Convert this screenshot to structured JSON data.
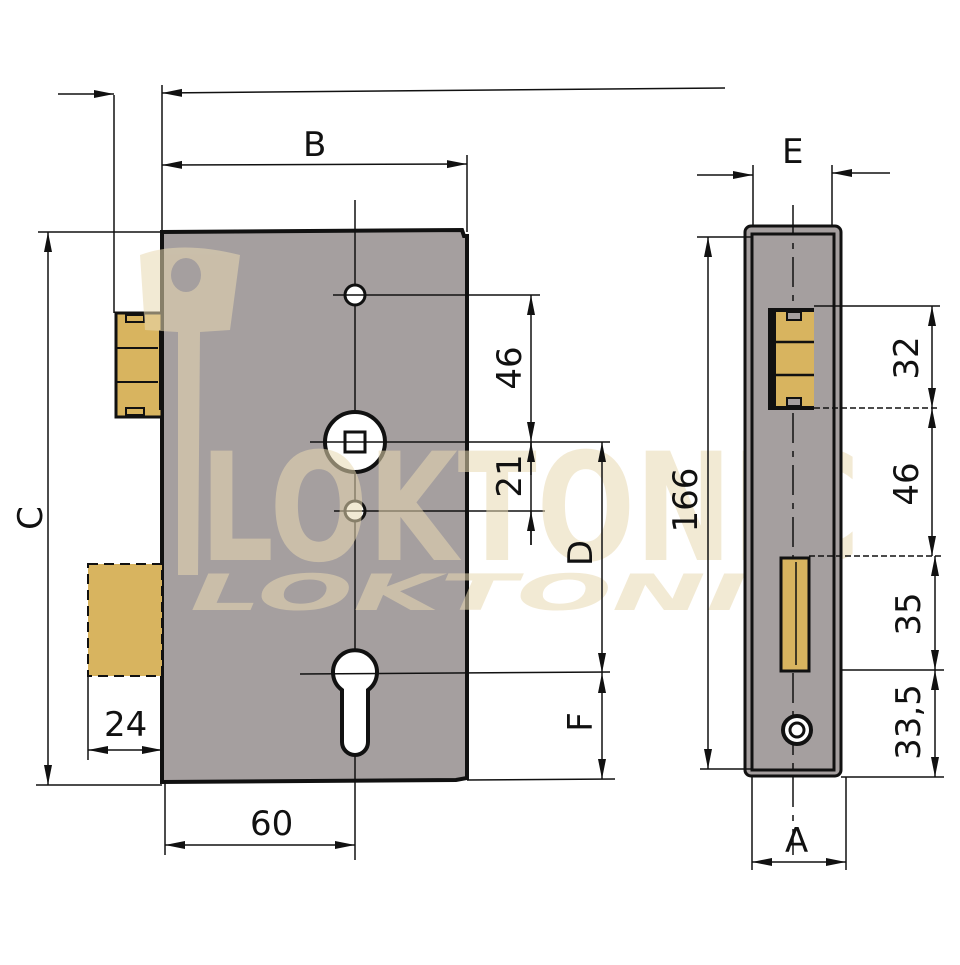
{
  "diagram": {
    "title": "Gate lock technical dimension drawing",
    "watermark": {
      "text": "LOKTONIC",
      "sub_text": "LOKTONIC",
      "color": "#e9d9b2"
    },
    "colors": {
      "body": "#a59f9f",
      "brass": "#d8b45f",
      "line": "#111111",
      "background": "#ffffff"
    },
    "front_view": {
      "letter_labels": {
        "B": "B",
        "C": "C",
        "D": "D",
        "F": "F"
      },
      "dimensions": {
        "spindle_to_top_hole": "46",
        "spindle_to_lower_hole": "21",
        "bolt_projection": "24",
        "backset": "60"
      }
    },
    "side_view": {
      "letter_labels": {
        "E": "E",
        "A": "A"
      },
      "dimensions": {
        "faceplate_height": "166",
        "latch_height": "32",
        "latch_to_deadbolt": "46",
        "deadbolt_height": "35",
        "deadbolt_to_bottom": "33,5"
      }
    }
  }
}
